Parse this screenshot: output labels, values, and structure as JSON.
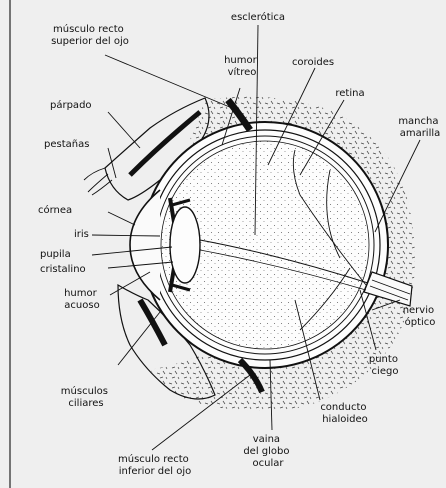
{
  "labels": {
    "musculo_recto_superior": [
      "músculo recto",
      "superior del ojo"
    ],
    "esclerotica": "esclerótica",
    "humor_vitreo": [
      "humor",
      "vítreo"
    ],
    "coroides": "coroides",
    "retina": "retina",
    "mancha_amarilla": [
      "mancha",
      "amarilla"
    ],
    "parpado": "párpado",
    "pestanas": "pestañas",
    "cornea": "córnea",
    "iris": "iris",
    "pupila": "pupila",
    "cristalino": "cristalino",
    "humor_acuoso": [
      "humor",
      "acuoso"
    ],
    "nervio_optico": [
      "nervio",
      "óptico"
    ],
    "punto_ciego": [
      "punto",
      "ciego"
    ],
    "musculos_ciliares": [
      "músculos",
      "ciliares"
    ],
    "conducto_hialoideo": [
      "conducto",
      "hialoideo"
    ],
    "vaina_globo_ocular": [
      "vaina",
      "del globo",
      "ocular"
    ],
    "musculo_recto_inferior": [
      "músculo recto",
      "inferior del ojo"
    ]
  }
}
